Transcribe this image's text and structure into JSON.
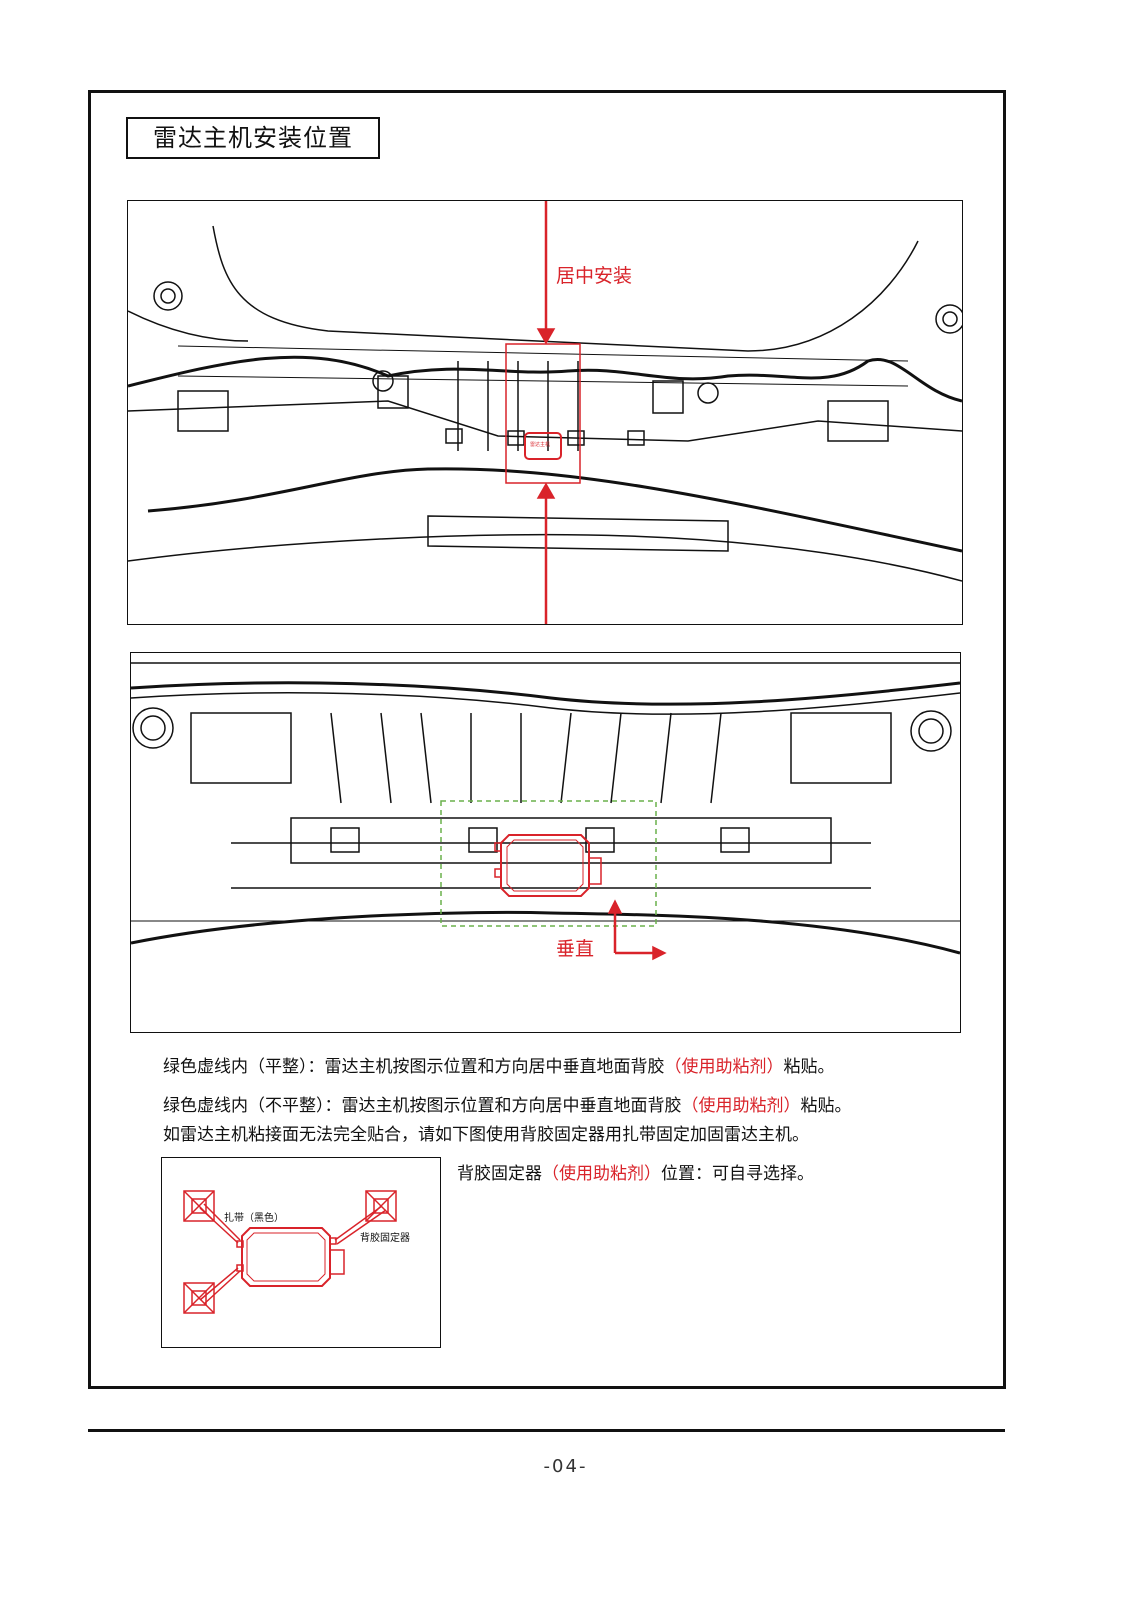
{
  "title": "雷达主机安装位置",
  "figure1": {
    "annotation": "居中安装",
    "module_label": "雷达主机"
  },
  "figure2": {
    "annotation": "垂直"
  },
  "notes": [
    {
      "prefix": "绿色虚线内（平整）：雷达主机按图示位置和方向居中垂直地面背胶",
      "highlight": "（使用助粘剂）",
      "suffix": "粘贴。"
    },
    {
      "prefix": "绿色虚线内（不平整）：雷达主机按图示位置和方向居中垂直地面背胶",
      "highlight": "（使用助粘剂）",
      "suffix": "粘贴。"
    },
    {
      "text": "如雷达主机粘接面无法完全贴合，请如下图使用背胶固定器用扎带固定加固雷达主机。"
    }
  ],
  "inset": {
    "tie_label": "扎带（黑色）",
    "mount_label": "背胶固定器"
  },
  "side_note": {
    "prefix": "背胶固定器",
    "highlight": "（使用助粘剂）",
    "suffix": "位置：可自寻选择。"
  },
  "page_number": "-04-",
  "colors": {
    "accent": "#d9232a",
    "guide": "#6ab04c"
  }
}
